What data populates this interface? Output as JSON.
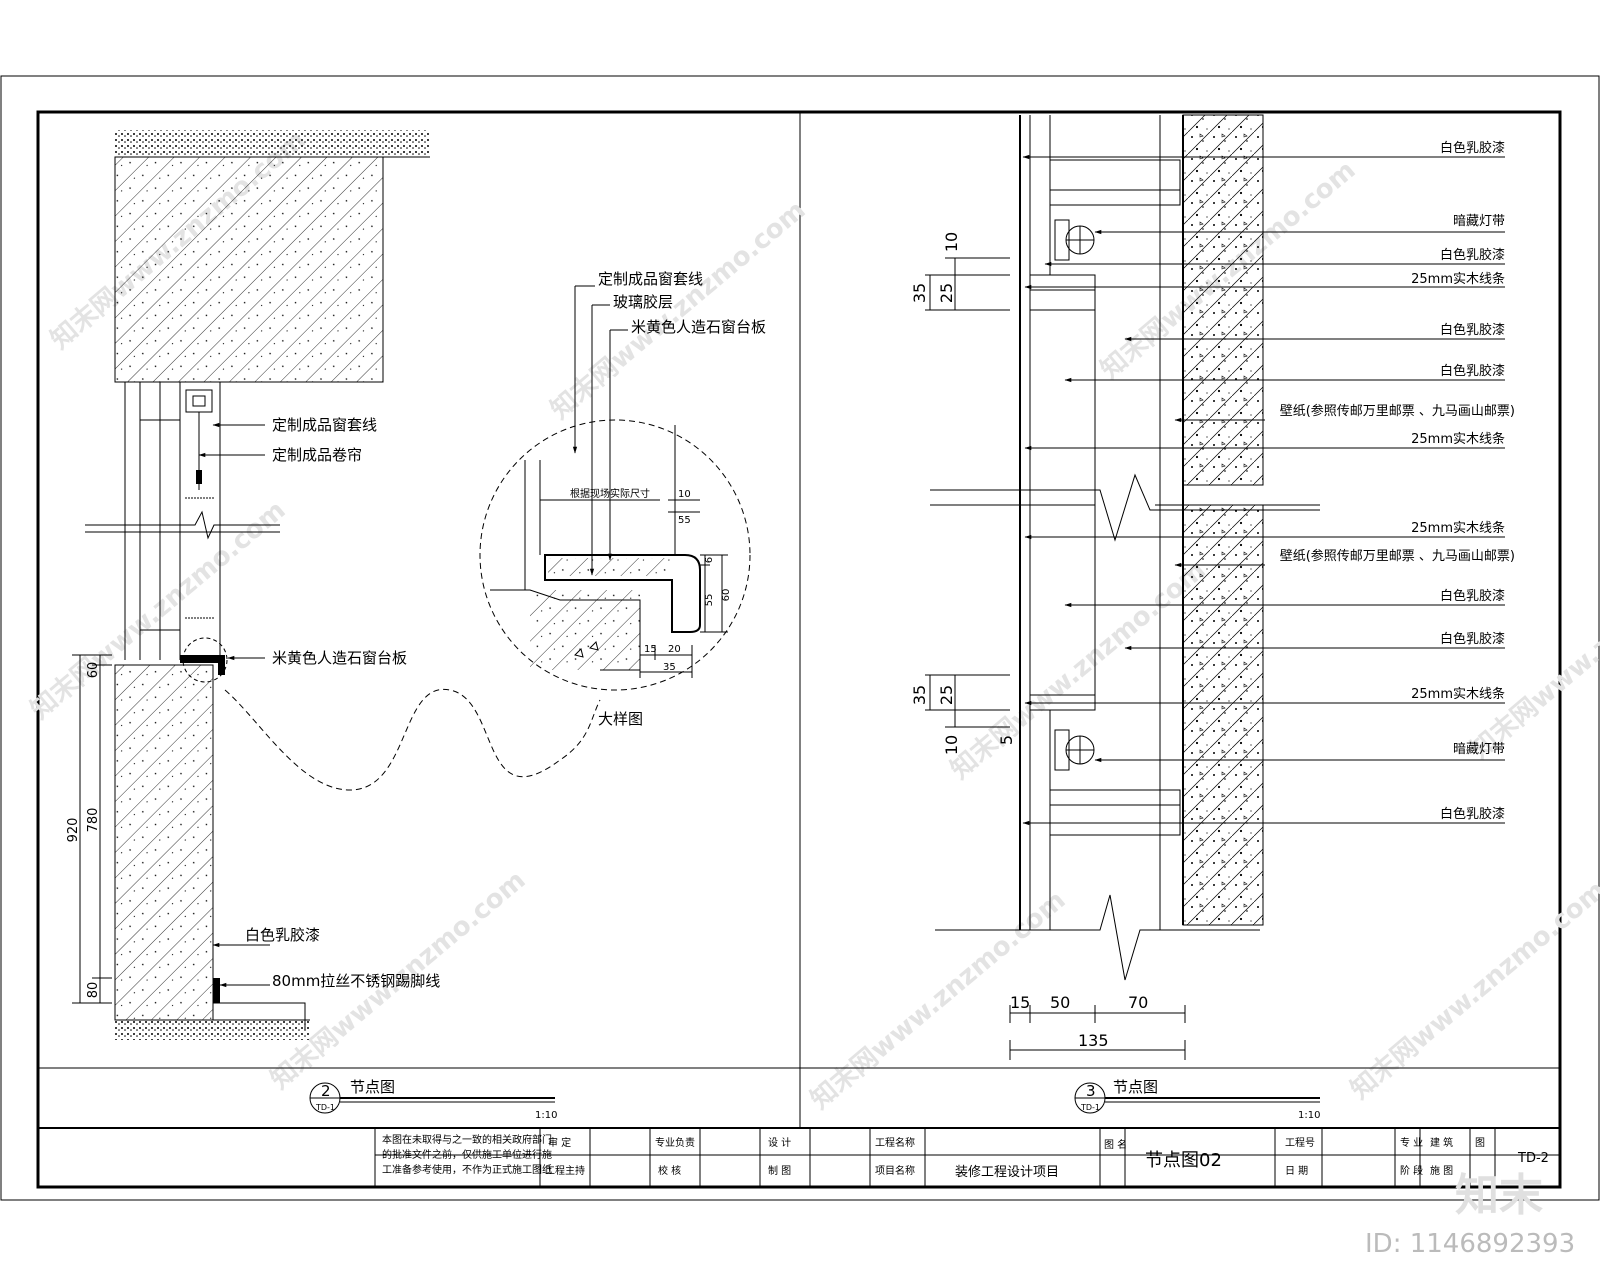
{
  "left_detail": {
    "labels": {
      "window_casing": "定制成品窗套线",
      "roller_blind": "定制成品卷帘",
      "sill_board": "米黄色人造石窗台板",
      "latex_paint": "白色乳胶漆",
      "skirting": "80mm拉丝不锈钢踢脚线"
    },
    "dims": {
      "d920": "920",
      "d780": "780",
      "d60": "60",
      "d80": "80"
    },
    "title": "节点图",
    "symbol_num": "2",
    "symbol_sub": "TD-1",
    "scale": "1:10"
  },
  "enlarged_detail": {
    "labels": {
      "casing": "定制成品窗套线",
      "glass_glue": "玻璃胶层",
      "sill_board": "米黄色人造石窗台板",
      "inner_text": "根据现场实际尺寸"
    },
    "dims": {
      "d10": "10",
      "d55a": "55",
      "d6": "6",
      "d55b": "55",
      "d60": "60",
      "d15": "15",
      "d20": "20",
      "d35": "35"
    },
    "title": "大样图"
  },
  "right_detail": {
    "labels": [
      "白色乳胶漆",
      "暗藏灯带",
      "白色乳胶漆",
      "25mm实木线条",
      "白色乳胶漆",
      "白色乳胶漆",
      "壁纸(参照传邮万里邮票 、九马画山邮票)",
      "25mm实木线条",
      "25mm实木线条",
      "壁纸(参照传邮万里邮票 、九马画山邮票)",
      "白色乳胶漆",
      "白色乳胶漆",
      "25mm实木线条",
      "暗藏灯带",
      "白色乳胶漆"
    ],
    "dims": {
      "top10": "10",
      "top35": "35",
      "top25": "25",
      "bot35": "35",
      "bot25": "25",
      "bot10": "10",
      "bot5": "5",
      "h15": "15",
      "h50": "50",
      "h70": "70",
      "h135": "135"
    },
    "title": "节点图",
    "symbol_num": "3",
    "symbol_sub": "TD-1",
    "scale": "1:10"
  },
  "title_block": {
    "note": [
      "本图在未取得与之一致的相关政府部门",
      "的批准文件之前，仅供施工单位进行施",
      "工准备参考使用，不作为正式施工图纸"
    ],
    "review": "审 定",
    "chief": "工程主持",
    "specialist": "专业负责",
    "check": "校 核",
    "design": "设 计",
    "drawing": "制 图",
    "project_label": "工程名称",
    "item_label": "项目名称",
    "item_value": "装修工程设计项目",
    "drawing_name_label": "图 名",
    "drawing_name": "节点图02",
    "project_no": "工程号",
    "date": "日 期",
    "discipline": "专 业",
    "discipline_value": "建 筑",
    "sheet_label": "图",
    "sheet_no": "TD-2",
    "phase": "阶 段",
    "phase_value": "施 图"
  },
  "watermark": {
    "site": "知末网www.znzmo.com",
    "logo": "知末",
    "id": "ID: 1146892393"
  }
}
